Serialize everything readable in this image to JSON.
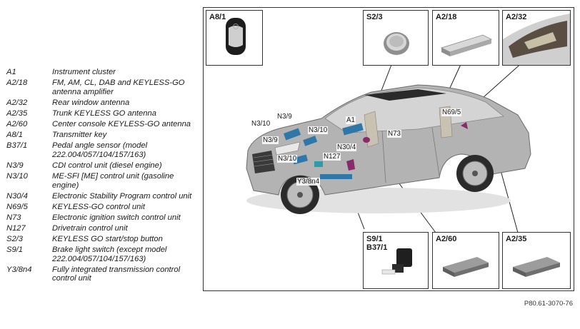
{
  "legend": [
    {
      "code": "A1",
      "desc": "Instrument cluster"
    },
    {
      "code": "A2/18",
      "desc": "FM, AM, CL, DAB and KEYLESS-GO antenna amplifier"
    },
    {
      "code": "A2/32",
      "desc": "Rear window antenna"
    },
    {
      "code": "A2/35",
      "desc": "Trunk KEYLESS GO antenna"
    },
    {
      "code": "A2/60",
      "desc": "Center console KEYLESS-GO antenna"
    },
    {
      "code": "A8/1",
      "desc": "Transmitter key"
    },
    {
      "code": "B37/1",
      "desc": "Pedal angle sensor (model 222.004/057/104/157/163)"
    },
    {
      "code": "N3/9",
      "desc": "CDI control unit (diesel engine)"
    },
    {
      "code": "N3/10",
      "desc": "ME-SFI [ME] control unit (gasoline engine)"
    },
    {
      "code": "N30/4",
      "desc": "Electronic Stability Program control unit"
    },
    {
      "code": "N69/5",
      "desc": "KEYLESS-GO control unit"
    },
    {
      "code": "N73",
      "desc": "Electronic ignition switch control unit"
    },
    {
      "code": "N127",
      "desc": "Drivetrain control unit"
    },
    {
      "code": "S2/3",
      "desc": "KEYLESS GO start/stop button"
    },
    {
      "code": "S9/1",
      "desc": "Brake light switch (except model 222.004/057/104/157/163)"
    },
    {
      "code": "Y3/8n4",
      "desc": "Fully integrated transmission control control unit"
    }
  ],
  "insets": {
    "a8_1": "A8/1",
    "s2_3": "S2/3",
    "a2_18": "A2/18",
    "a2_32": "A2/32",
    "s9_1": "S9/1\nB37/1",
    "a2_60": "A2/60",
    "a2_35": "A2/35"
  },
  "callouts": {
    "n3_9_top": "N3/9",
    "n3_10_top": "N3/10",
    "a1": "A1",
    "n3_10_mid": "N3/10",
    "n3_9_mid": "N3/9",
    "n73": "N73",
    "n69_5": "N69/5",
    "n30_4": "N30/4",
    "n127": "N127",
    "n3_10_low": "N3/10",
    "y3_8n4": "Y3/8n4"
  },
  "reference": "P80.61-3070-76",
  "colors": {
    "body": "#a6a6a6",
    "highlight_blue": "#2f77a8",
    "highlight_purple": "#8a2a6a"
  }
}
